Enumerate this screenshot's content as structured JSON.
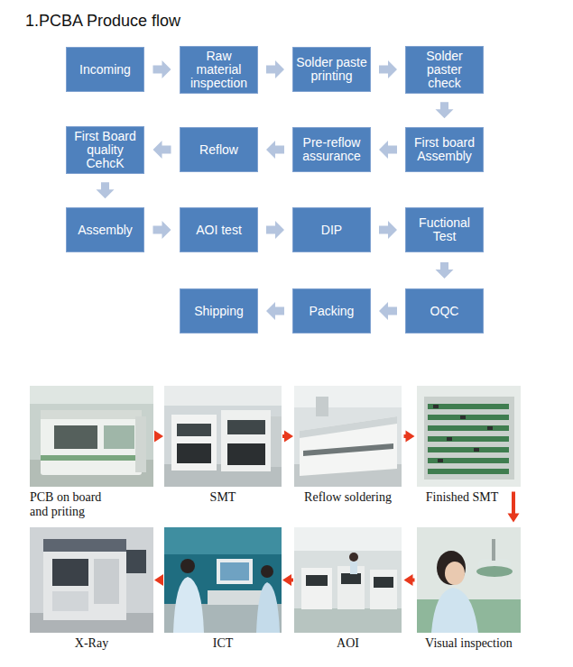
{
  "diagram": {
    "title": "1.PCBA Produce flow",
    "nodes": [
      {
        "text": [
          "Incoming"
        ]
      },
      {
        "text": [
          "Raw material inspection"
        ]
      },
      {
        "text": [
          "Solder paste printing"
        ]
      },
      {
        "text": [
          "Solder paster check"
        ]
      },
      {
        "text": [
          "First board Assembly"
        ]
      },
      {
        "text": [
          "Pre-reflow assurance"
        ]
      },
      {
        "text": [
          "Reflow"
        ]
      },
      {
        "text": [
          "First Board quality CehcK"
        ]
      },
      {
        "text": [
          "Assembly"
        ]
      },
      {
        "text": [
          "AOI test"
        ]
      },
      {
        "text": [
          "DIP"
        ]
      },
      {
        "text": [
          "Fuctional Test"
        ]
      },
      {
        "text": [
          "OQC"
        ]
      },
      {
        "text": [
          "Packing"
        ]
      },
      {
        "text": [
          "Shipping"
        ]
      },
      {
        "text": [
          "PCB on board and priting"
        ]
      },
      {
        "text": [
          "SMT"
        ]
      },
      {
        "text": [
          "Reflow soldering"
        ]
      },
      {
        "text": [
          "Finished SMT"
        ]
      },
      {
        "text": [
          "Visual inspection"
        ]
      },
      {
        "text": [
          "AOI"
        ]
      },
      {
        "text": [
          "ICT"
        ]
      },
      {
        "text": [
          "X-Ray"
        ]
      }
    ],
    "edges": [
      {
        "from": 0,
        "to": 1,
        "arrow": "to"
      },
      {
        "from": 1,
        "to": 2,
        "arrow": "to"
      },
      {
        "from": 2,
        "to": 3,
        "arrow": "to"
      },
      {
        "from": 3,
        "to": 4,
        "arrow": "to"
      },
      {
        "from": 4,
        "to": 5,
        "arrow": "to"
      },
      {
        "from": 5,
        "to": 6,
        "arrow": "to"
      },
      {
        "from": 6,
        "to": 7,
        "arrow": "to"
      },
      {
        "from": 7,
        "to": 8,
        "arrow": "to"
      },
      {
        "from": 8,
        "to": 9,
        "arrow": "to"
      },
      {
        "from": 9,
        "to": 10,
        "arrow": "to"
      },
      {
        "from": 10,
        "to": 11,
        "arrow": "to"
      },
      {
        "from": 11,
        "to": 12,
        "arrow": "to"
      },
      {
        "from": 12,
        "to": 13,
        "arrow": "to"
      },
      {
        "from": 13,
        "to": 14,
        "arrow": "to"
      },
      {
        "from": 15,
        "to": 16,
        "arrow": "to"
      },
      {
        "from": 16,
        "to": 17,
        "arrow": "to"
      },
      {
        "from": 17,
        "to": 18,
        "arrow": "to"
      },
      {
        "from": 18,
        "to": 19,
        "arrow": "to"
      },
      {
        "from": 19,
        "to": 20,
        "arrow": "to"
      },
      {
        "from": 20,
        "to": 21,
        "arrow": "to"
      },
      {
        "from": 21,
        "to": 22,
        "arrow": "to"
      }
    ]
  }
}
